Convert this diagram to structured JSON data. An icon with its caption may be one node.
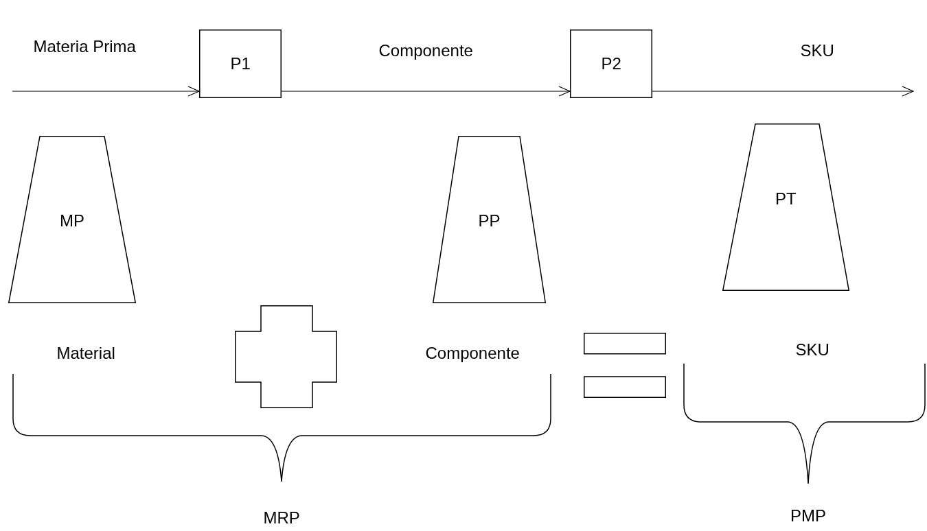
{
  "diagram": {
    "nodes": [
      {
        "text": [
          "P1"
        ]
      },
      {
        "text": [
          "P2"
        ]
      },
      {
        "text": [
          "MP"
        ],
        "beside": [
          "Material"
        ]
      },
      {
        "text": [
          "PP"
        ],
        "beside": [
          "Componente"
        ]
      },
      {
        "text": [
          "PT"
        ],
        "beside": [
          "SKU"
        ]
      },
      {
        "text": [],
        "shape": "plus"
      },
      {
        "text": [],
        "shape": "equals"
      }
    ],
    "edges": [
      {
        "from": null,
        "to": 0,
        "arrow": "to",
        "label": "Materia Prima"
      },
      {
        "from": 0,
        "to": 1,
        "arrow": "to",
        "label": "Componente"
      },
      {
        "from": 1,
        "to": null,
        "arrow": "to",
        "label": "SKU"
      }
    ],
    "labels": [
      "MRP",
      "PMP"
    ]
  }
}
